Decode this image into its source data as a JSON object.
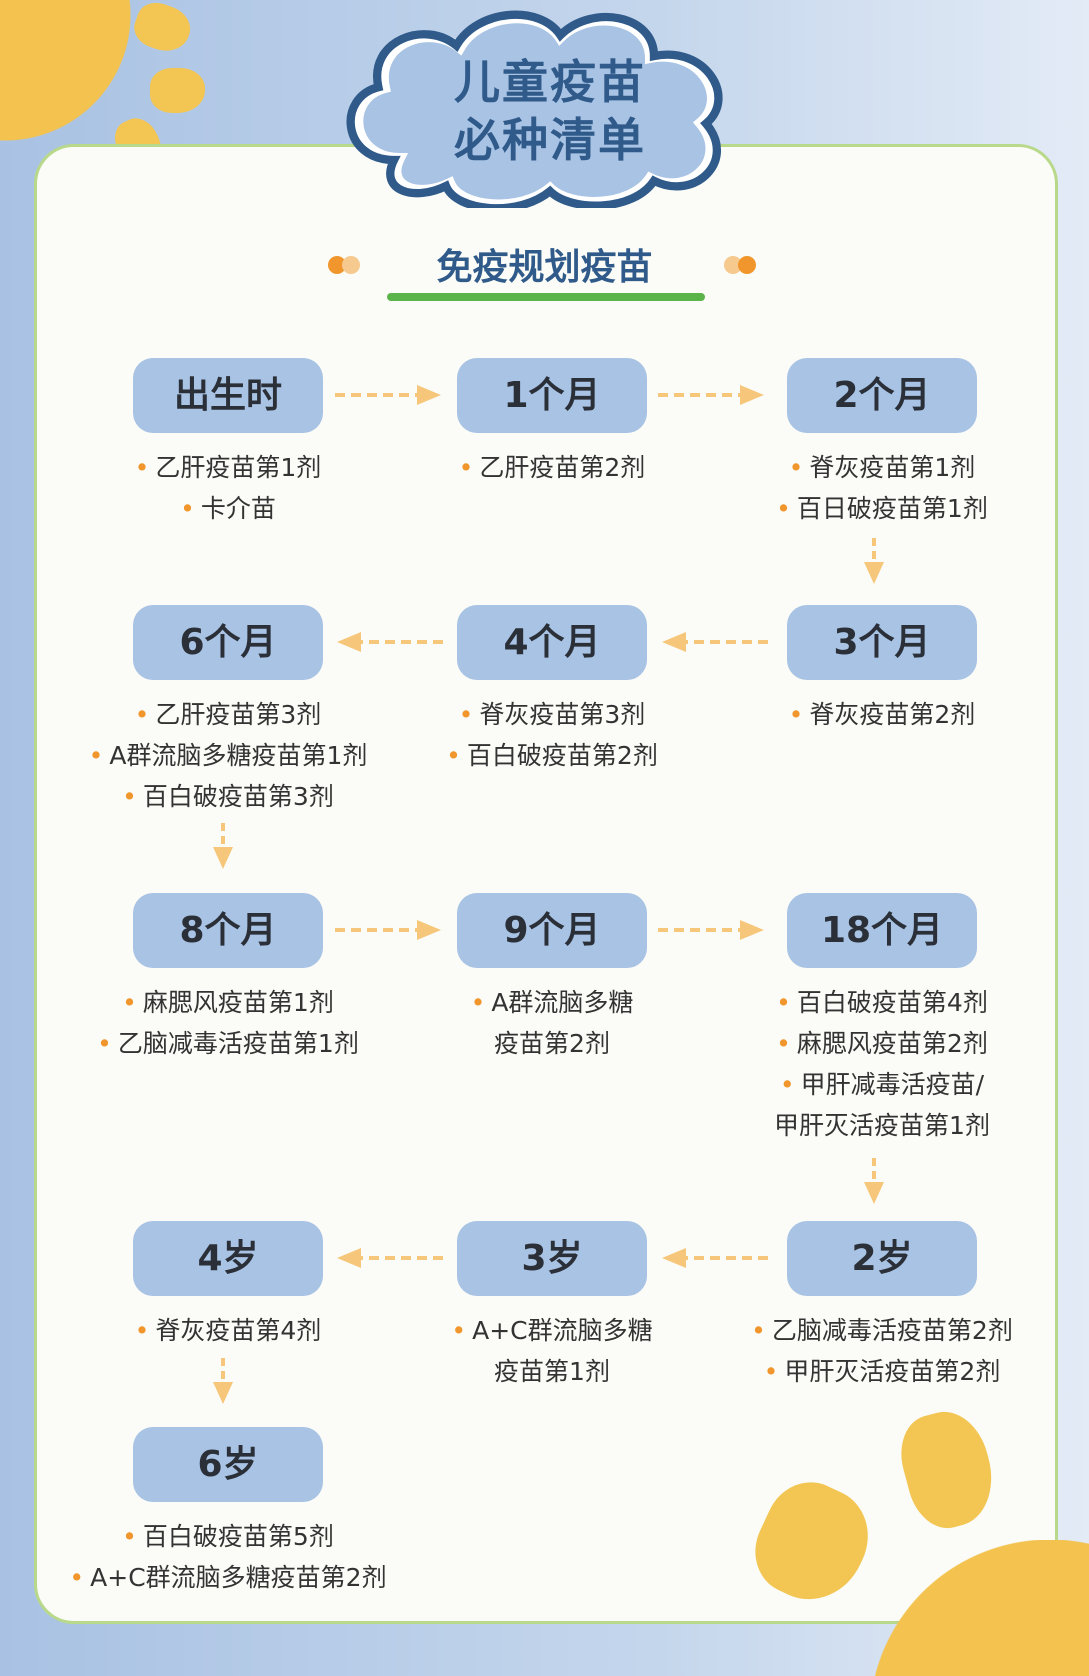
{
  "title": {
    "line1": "儿童疫苗",
    "line2": "必种清单"
  },
  "subtitle": "免疫规划疫苗",
  "colors": {
    "pill": "#a8c3e4",
    "accent": "#f0962c",
    "title": "#2f5a8a",
    "green": "#5bb44a",
    "sun": "#f3c24f"
  },
  "stages": [
    {
      "label": "出生时",
      "items": [
        "乙肝疫苗第1剂",
        "卡介苗"
      ]
    },
    {
      "label": "1个月",
      "items": [
        "乙肝疫苗第2剂"
      ]
    },
    {
      "label": "2个月",
      "items": [
        "脊灰疫苗第1剂",
        "百日破疫苗第1剂"
      ]
    },
    {
      "label": "3个月",
      "items": [
        "脊灰疫苗第2剂"
      ]
    },
    {
      "label": "4个月",
      "items": [
        "脊灰疫苗第3剂",
        "百白破疫苗第2剂"
      ]
    },
    {
      "label": "6个月",
      "items": [
        "乙肝疫苗第3剂",
        "A群流脑多糖疫苗第1剂",
        "百白破疫苗第3剂"
      ]
    },
    {
      "label": "8个月",
      "items": [
        "麻腮风疫苗第1剂",
        "乙脑减毒活疫苗第1剂"
      ]
    },
    {
      "label": "9个月",
      "items": [
        "A群流脑多糖",
        "疫苗第2剂"
      ]
    },
    {
      "label": "18个月",
      "items": [
        "百白破疫苗第4剂",
        "麻腮风疫苗第2剂",
        "甲肝减毒活疫苗/",
        "甲肝灭活疫苗第1剂"
      ]
    },
    {
      "label": "2岁",
      "items": [
        "乙脑减毒活疫苗第2剂",
        "甲肝灭活疫苗第2剂"
      ]
    },
    {
      "label": "3岁",
      "items": [
        "A+C群流脑多糖",
        "疫苗第1剂"
      ]
    },
    {
      "label": "4岁",
      "items": [
        "脊灰疫苗第4剂"
      ]
    },
    {
      "label": "6岁",
      "items": [
        "百白破疫苗第5剂",
        "A+C群流脑多糖疫苗第2剂"
      ]
    }
  ]
}
